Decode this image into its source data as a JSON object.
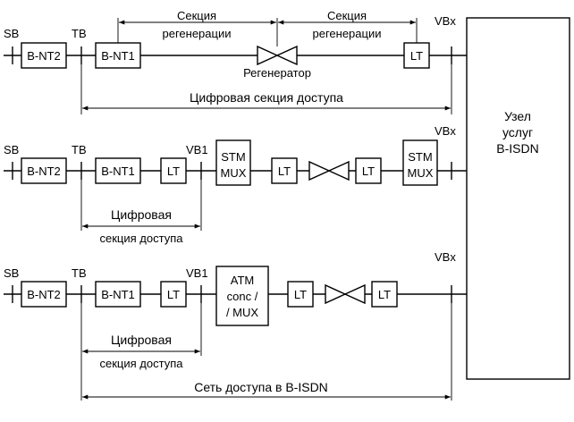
{
  "node": {
    "line1": "Узел",
    "line2": "услуг",
    "line3": "B-ISDN"
  },
  "row1": {
    "ref_sb": "SB",
    "ref_tb": "TB",
    "ref_vbx": "VBx",
    "bnt2": "B-NT2",
    "bnt1": "B-NT1",
    "lt": "LT",
    "regen_section_line1": "Секция",
    "regen_section_line2": "регенерации",
    "regenerator": "Регенератор",
    "access_section": "Цифровая секция доступа"
  },
  "row2": {
    "ref_sb": "SB",
    "ref_tb": "TB",
    "ref_vb1": "VB1",
    "ref_vbx": "VBx",
    "bnt2": "B-NT2",
    "bnt1": "B-NT1",
    "lt": "LT",
    "stm_line1": "STM",
    "stm_line2": "MUX",
    "access_line1": "Цифровая",
    "access_line2": "секция доступа"
  },
  "row3": {
    "ref_sb": "SB",
    "ref_tb": "TB",
    "ref_vb1": "VB1",
    "ref_vbx": "VBx",
    "bnt2": "B-NT2",
    "bnt1": "B-NT1",
    "lt": "LT",
    "atm_line1": "ATM",
    "atm_line2": "conc /",
    "atm_line3": "/ MUX",
    "access_line1": "Цифровая",
    "access_line2": "секция доступа",
    "network": "Сеть доступа в B-ISDN"
  }
}
